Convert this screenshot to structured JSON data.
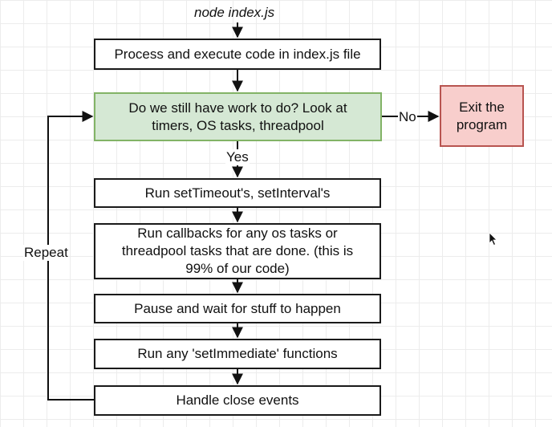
{
  "title": "node index.js",
  "nodes": {
    "process": "Process and execute code in index.js file",
    "decision": "Do we still have work to do? Look at\ntimers, OS tasks, threadpool",
    "exit": "Exit the\nprogram",
    "timers": "Run setTimeout's, setInterval's",
    "callbacks": "Run callbacks for any os tasks or\nthreadpool tasks that are done. (this is\n99% of our code)",
    "pause": "Pause and wait for stuff to happen",
    "immediate": "Run any 'setImmediate' functions",
    "close": "Handle close events"
  },
  "edge_labels": {
    "no": "No",
    "yes": "Yes",
    "repeat": "Repeat"
  },
  "colors": {
    "decision_fill": "#d5e8d4",
    "decision_stroke": "#82b366",
    "exit_fill": "#f8cecc",
    "exit_stroke": "#b85450"
  },
  "icons": {
    "cursor": "mouse-pointer-icon"
  }
}
